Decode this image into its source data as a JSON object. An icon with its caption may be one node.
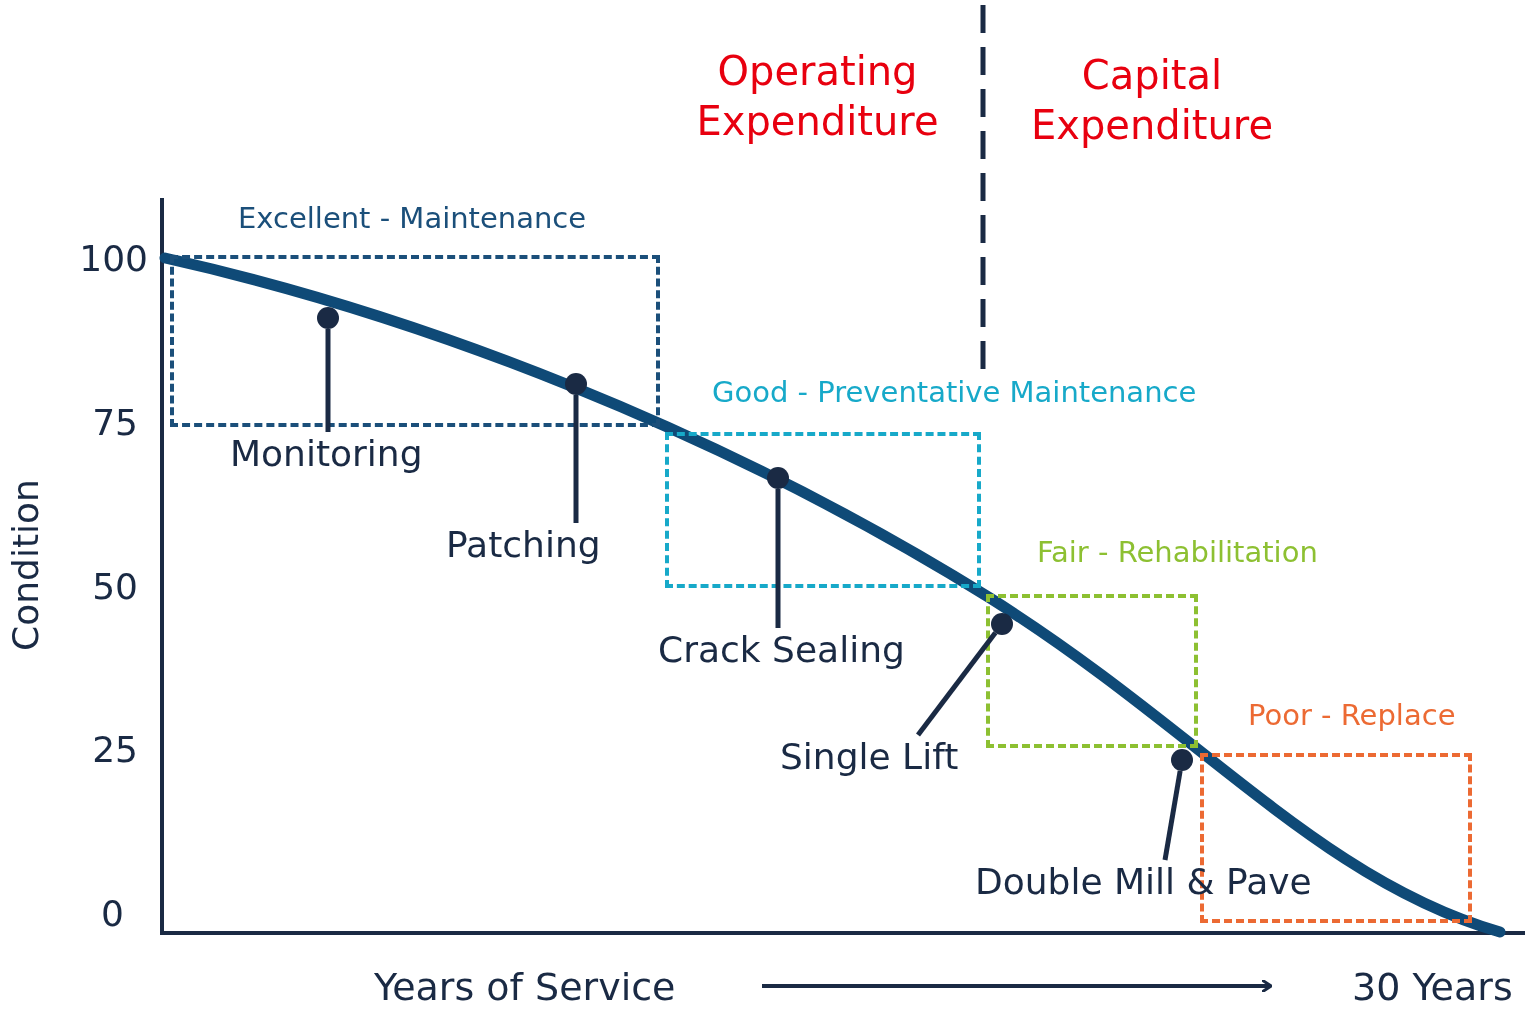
{
  "diagram": {
    "nodes": [
      {
        "text": [
          "Excellent - Maintenance"
        ]
      },
      {
        "text": [
          "Good - Preventative Maintenance"
        ]
      },
      {
        "text": [
          "Fair - Rehabilitation"
        ]
      },
      {
        "text": [
          "Poor - Replace"
        ]
      },
      {
        "text": [
          "Monitoring"
        ]
      },
      {
        "text": [],
        "shape": "circle",
        "in": 0
      },
      {
        "text": [
          "Patching"
        ]
      },
      {
        "text": [],
        "shape": "circle",
        "in": 0
      },
      {
        "text": [
          "Crack Sealing"
        ]
      },
      {
        "text": [],
        "shape": "circle",
        "in": 1
      },
      {
        "text": [
          "Single Lift"
        ]
      },
      {
        "text": [],
        "shape": "circle",
        "in": 2
      },
      {
        "text": [
          "Double Mill & Pave"
        ]
      },
      {
        "text": [],
        "shape": "circle"
      }
    ],
    "edges": [
      {
        "from": 4,
        "to": 5,
        "arrow": "none"
      },
      {
        "from": 6,
        "to": 7,
        "arrow": "none"
      },
      {
        "from": 8,
        "to": 9,
        "arrow": "none"
      },
      {
        "from": 10,
        "to": 11,
        "arrow": "none"
      },
      {
        "from": 12,
        "to": 13,
        "arrow": "none"
      }
    ],
    "labels": [
      "Operating Expenditure",
      "Capital Expenditure",
      "100",
      "75",
      "50",
      "Condition",
      "25",
      "0",
      "Years of Service",
      "30 Years"
    ]
  }
}
